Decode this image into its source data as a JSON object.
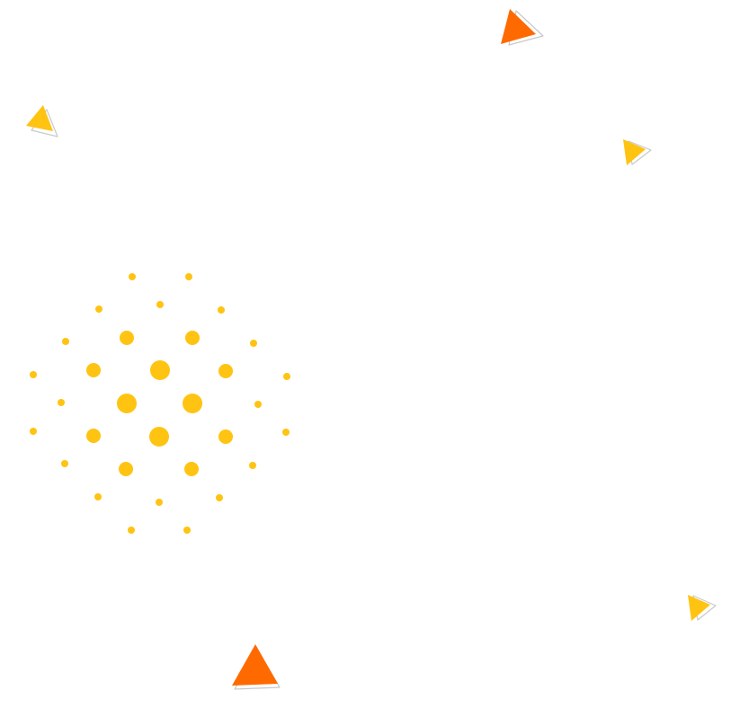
{
  "colors": {
    "background": "#ffffff",
    "yellow": "#FFC312",
    "orange": "#FF6A00",
    "outline": "#c9c9c9"
  },
  "decorations": {
    "triangles": [
      {
        "name": "orange-triangle-top-right",
        "color": "orange",
        "icon": "triangle-icon"
      },
      {
        "name": "yellow-triangle-top-left",
        "color": "yellow",
        "icon": "triangle-icon"
      },
      {
        "name": "yellow-triangle-right",
        "color": "yellow",
        "icon": "triangle-icon"
      },
      {
        "name": "yellow-triangle-bottom-right",
        "color": "yellow",
        "icon": "triangle-icon"
      },
      {
        "name": "orange-triangle-bottom",
        "color": "orange",
        "icon": "triangle-icon"
      }
    ],
    "dot_cluster": {
      "name": "yellow-dot-cluster",
      "color": "yellow",
      "icon": "dot-pattern-icon"
    }
  }
}
